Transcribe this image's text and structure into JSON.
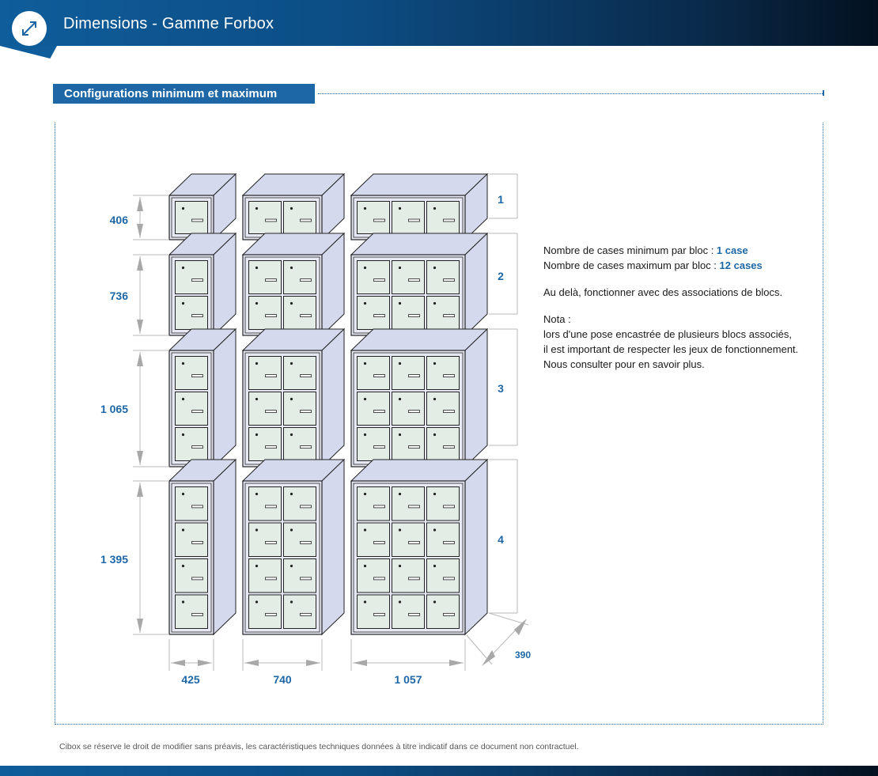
{
  "header": {
    "title": "Dimensions - Gamme Forbox",
    "icon": "resize-diagonal-icon"
  },
  "section": {
    "title": "Configurations minimum  et maximum"
  },
  "diagram": {
    "heights": [
      "406",
      "736",
      "1 065",
      "1 395"
    ],
    "widths": [
      "425",
      "740",
      "1 057"
    ],
    "depth": "390",
    "row_labels": [
      "1",
      "2",
      "3",
      "4"
    ]
  },
  "info": {
    "min_prefix": "Nombre de cases minimum par bloc : ",
    "min_value": "1 case",
    "max_prefix": "Nombre de cases maximum par bloc : ",
    "max_value": "12 cases",
    "beyond": "Au delà, fonctionner avec des  associations de blocs.",
    "nota_title": "Nota :",
    "nota_line1": "lors d'une pose encastrée de plusieurs blocs associés,",
    "nota_line2": "il est important de respecter les jeux de fonctionnement.",
    "nota_line3": "Nous consulter pour en savoir plus."
  },
  "footer": {
    "disclaimer": "Cibox se réserve le droit de modifier sans préavis, les caractéristiques techniques données à titre indicatif dans ce document non contractuel."
  },
  "colors": {
    "brand_blue": "#1d67a6",
    "header_dark": "#03111f",
    "cabinet_side": "#d5d9ee",
    "door": "#e3ece5"
  }
}
